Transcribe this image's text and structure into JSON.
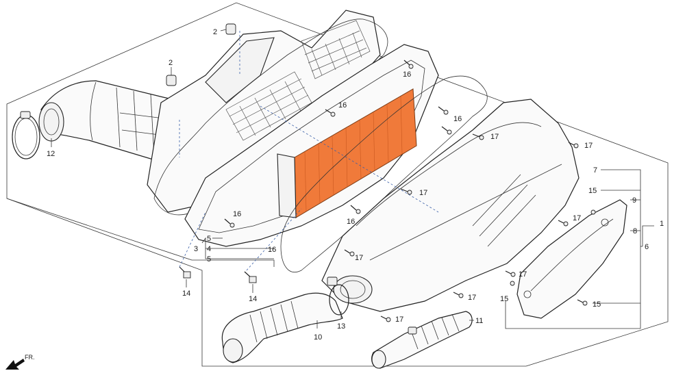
{
  "diagram": {
    "callouts": {
      "c1": "1",
      "c2a": "2",
      "c2b": "2",
      "c3": "3",
      "c4": "4",
      "c5a": "5",
      "c5b": "5",
      "c6": "6",
      "c7": "7",
      "c8": "8",
      "c9": "9",
      "c10": "10",
      "c11": "11",
      "c12": "12",
      "c13": "13",
      "c14a": "14",
      "c14b": "14",
      "c15a": "15",
      "c15b": "15",
      "c15c": "15",
      "c16a": "16",
      "c16b": "16",
      "c16c": "16",
      "c16d": "16",
      "c16e": "16",
      "c16f": "16",
      "c17a": "17",
      "c17b": "17",
      "c17c": "17",
      "c17d": "17",
      "c17e": "17",
      "c17f": "17",
      "c17g": "17",
      "c17h": "17"
    },
    "front_marker": "FR.",
    "colors": {
      "filter_element": "#f07a3a",
      "line": "#222222",
      "guide": "#3a5fa8"
    }
  }
}
